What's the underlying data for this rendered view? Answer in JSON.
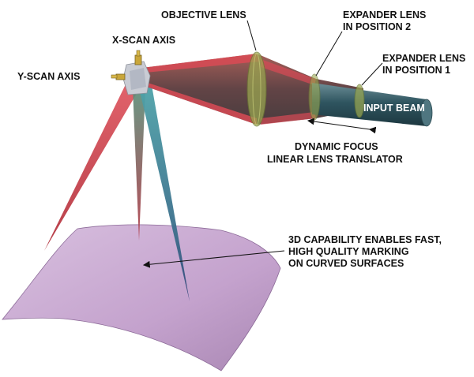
{
  "labels": {
    "objective_lens": "OBJECTIVE LENS",
    "x_scan_axis": "X-SCAN AXIS",
    "y_scan_axis": "Y-SCAN AXIS",
    "expander_pos2": [
      "EXPANDER LENS",
      "IN POSITION 2"
    ],
    "expander_pos1": [
      "EXPANDER LENS",
      "IN POSITION 1"
    ],
    "input_beam": "INPUT BEAM",
    "dynamic_focus": [
      "DYNAMIC FOCUS",
      "LINEAR LENS TRANSLATOR"
    ],
    "capability": [
      "3D CAPABILITY ENABLES FAST,",
      "HIGH QUALITY MARKING",
      "ON CURVED SURFACES"
    ]
  },
  "colors": {
    "beam_red": "#d9404a",
    "beam_teal": "#3e8f9a",
    "lens_olive": "#9aa850",
    "surface": "#c9a9d2",
    "cylinder": "#3f6670"
  }
}
